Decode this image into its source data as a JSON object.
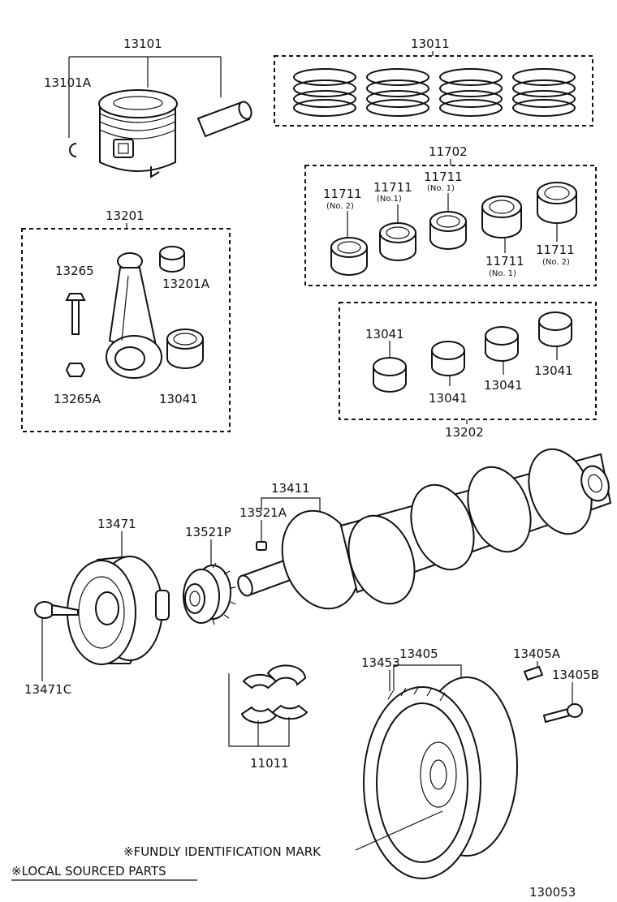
{
  "parts": {
    "p13101": "13101",
    "p13101A": "13101A",
    "p13011": "13011",
    "p11702": "11702",
    "p11711_a": "11711",
    "p11711_a_sub": "(No. 2)",
    "p11711_b": "11711",
    "p11711_b_sub": "(No.1)",
    "p11711_c": "11711",
    "p11711_c_sub": "(No. 1)",
    "p11711_d": "11711",
    "p11711_d_sub": "(No. 1)",
    "p11711_e": "11711",
    "p11711_e_sub": "(No. 2)",
    "p13201": "13201",
    "p13265": "13265",
    "p13201A": "13201A",
    "p13265A": "13265A",
    "p13041_rod": "13041",
    "p13041_a": "13041",
    "p13041_b": "13041",
    "p13041_c": "13041",
    "p13041_d": "13041",
    "p13202": "13202",
    "p13411": "13411",
    "p13521A": "13521A",
    "p13471": "13471",
    "p13521P": "13521P",
    "p13471C": "13471C",
    "p13405": "13405",
    "p13453": "13453",
    "p13405A": "13405A",
    "p13405B": "13405B",
    "p11011": "11011"
  },
  "notes": {
    "fundly": "※FUNDLY IDENTIFICATION MARK",
    "local": "※LOCAL SOURCED PARTS"
  },
  "figure_number": "130053"
}
